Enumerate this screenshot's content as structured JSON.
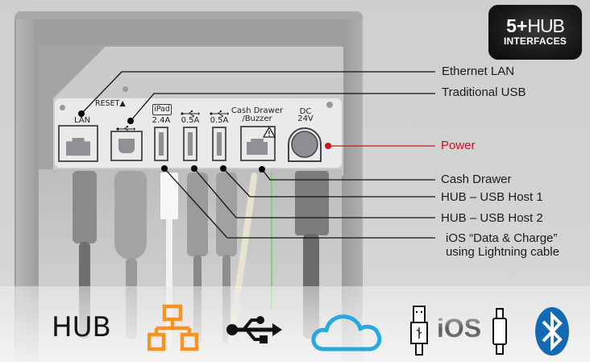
{
  "badge": {
    "line1_bold": "5+",
    "line1_thin": "HUB",
    "line2": "INTERFACES"
  },
  "panel": {
    "reset_label": "RESET▲",
    "ports": [
      {
        "name": "lan",
        "label": "LAN"
      },
      {
        "name": "usb-b",
        "label": "⭠"
      },
      {
        "name": "ipad",
        "label_top": "iPad",
        "label": "2.4A"
      },
      {
        "name": "usb-host-1",
        "label": "0.5A"
      },
      {
        "name": "usb-host-2",
        "label": "0.5A"
      },
      {
        "name": "cash-drawer",
        "label_line1": "Cash Drawer",
        "label_line2": "/Buzzer"
      },
      {
        "name": "dc",
        "label_line1": "DC",
        "label_line2": "24V"
      }
    ]
  },
  "callouts": [
    {
      "text": "Ethernet LAN",
      "color": "#1b1b1b"
    },
    {
      "text": "Traditional USB",
      "color": "#1b1b1b"
    },
    {
      "text": "Power",
      "color": "#c8151b"
    },
    {
      "text": "Cash Drawer",
      "color": "#1b1b1b"
    },
    {
      "text": "HUB – USB Host 1",
      "color": "#1b1b1b"
    },
    {
      "text": "HUB – USB Host 2",
      "color": "#1b1b1b"
    },
    {
      "text": "iOS “Data & Charge”",
      "color": "#1b1b1b"
    },
    {
      "text": "using Lightning cable",
      "color": "#1b1b1b"
    }
  ],
  "bottom_icons": {
    "hub_label": "HUB",
    "ios_label": "iOS",
    "icons": [
      "hub-text",
      "ethernet-network-icon",
      "usb-icon",
      "cloud-icon",
      "usb-connector-icon",
      "ios-logo",
      "lightning-connector-icon",
      "bluetooth-icon"
    ],
    "colors": {
      "ethernet": "#f7931e",
      "cloud": "#29a8e0",
      "bluetooth": "#1469b4"
    }
  }
}
